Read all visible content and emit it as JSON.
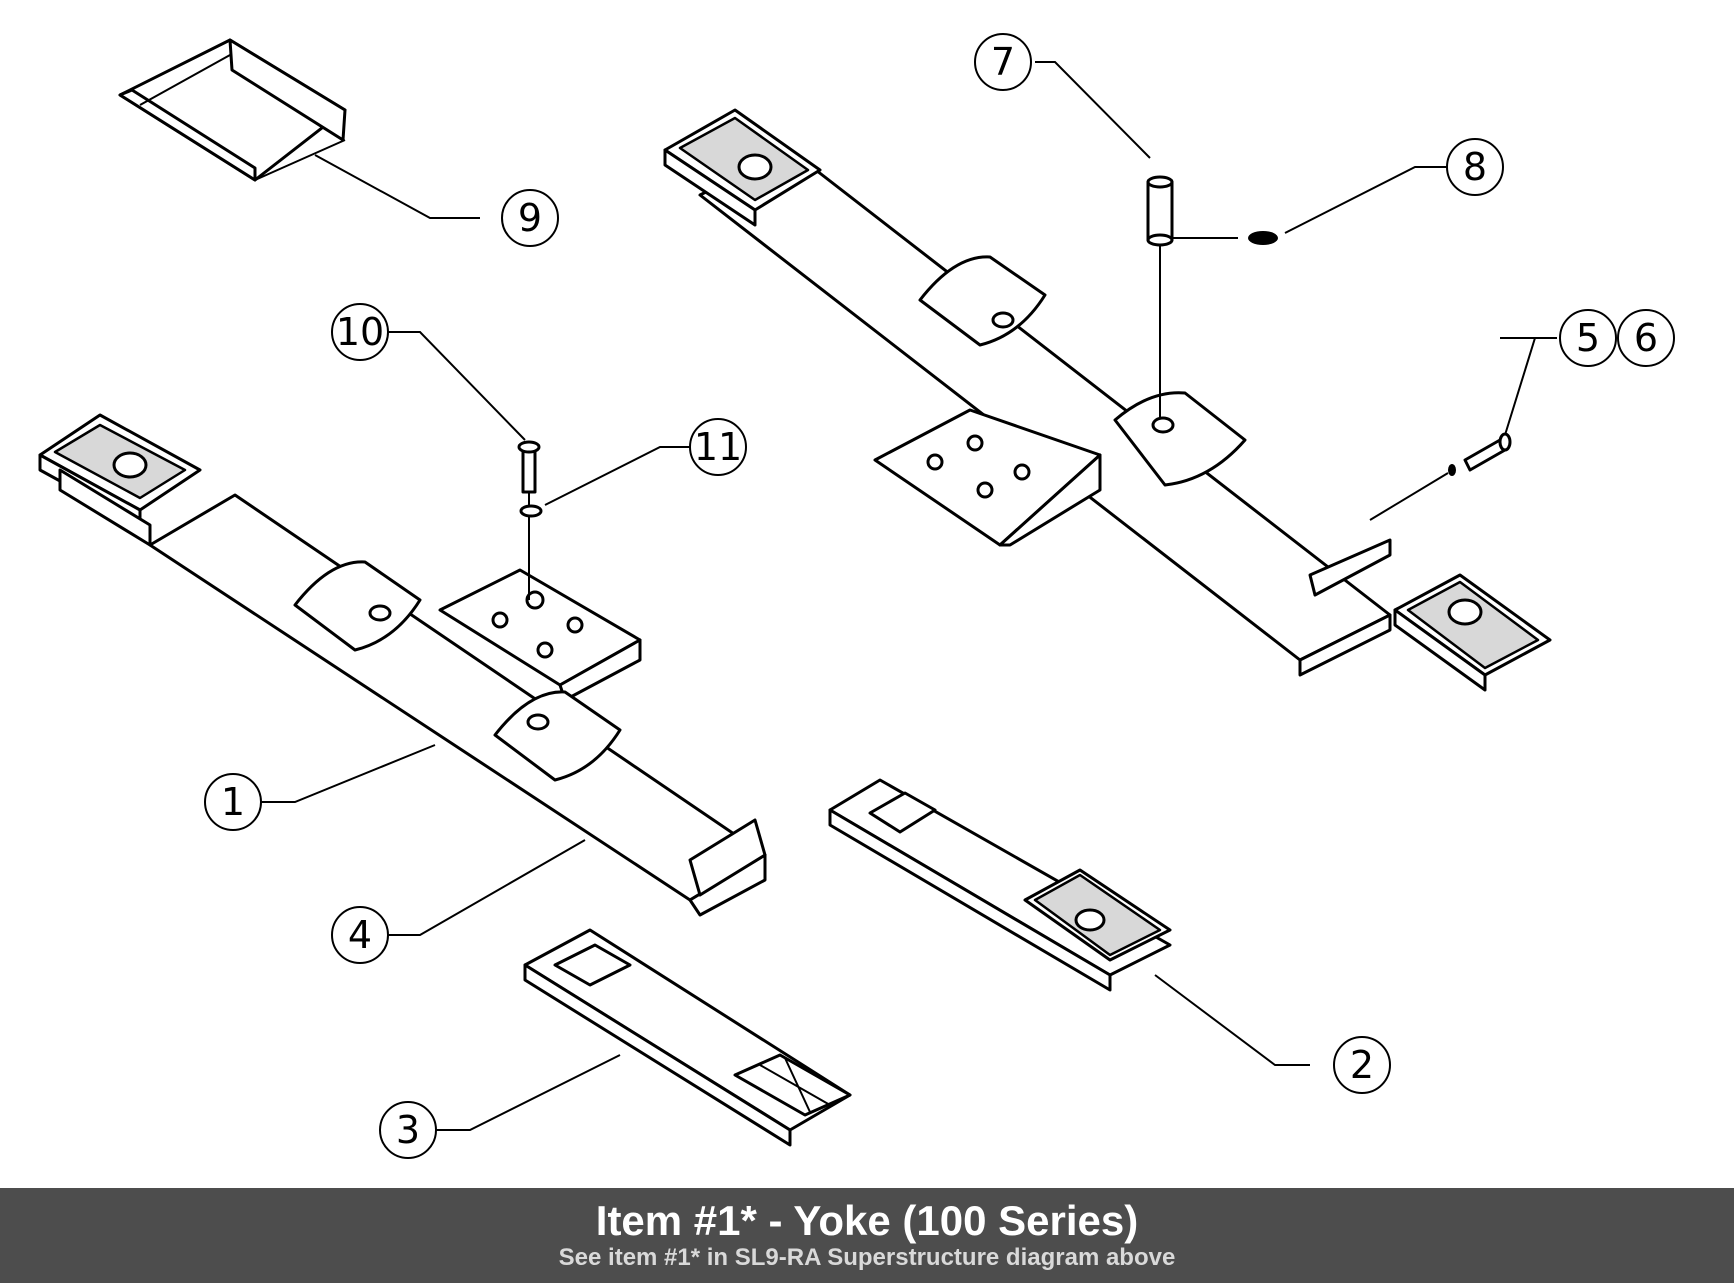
{
  "footer": {
    "title": "Item #1* - Yoke (100 Series)",
    "subtitle": "See item #1* in SL9-RA Superstructure diagram above",
    "background": "#4d4d4d"
  },
  "callouts": {
    "c1": "1",
    "c2": "2",
    "c3": "3",
    "c4": "4",
    "c5": "5",
    "c6": "6",
    "c7": "7",
    "c8": "8",
    "c9": "9",
    "c10": "10",
    "c11": "11"
  }
}
